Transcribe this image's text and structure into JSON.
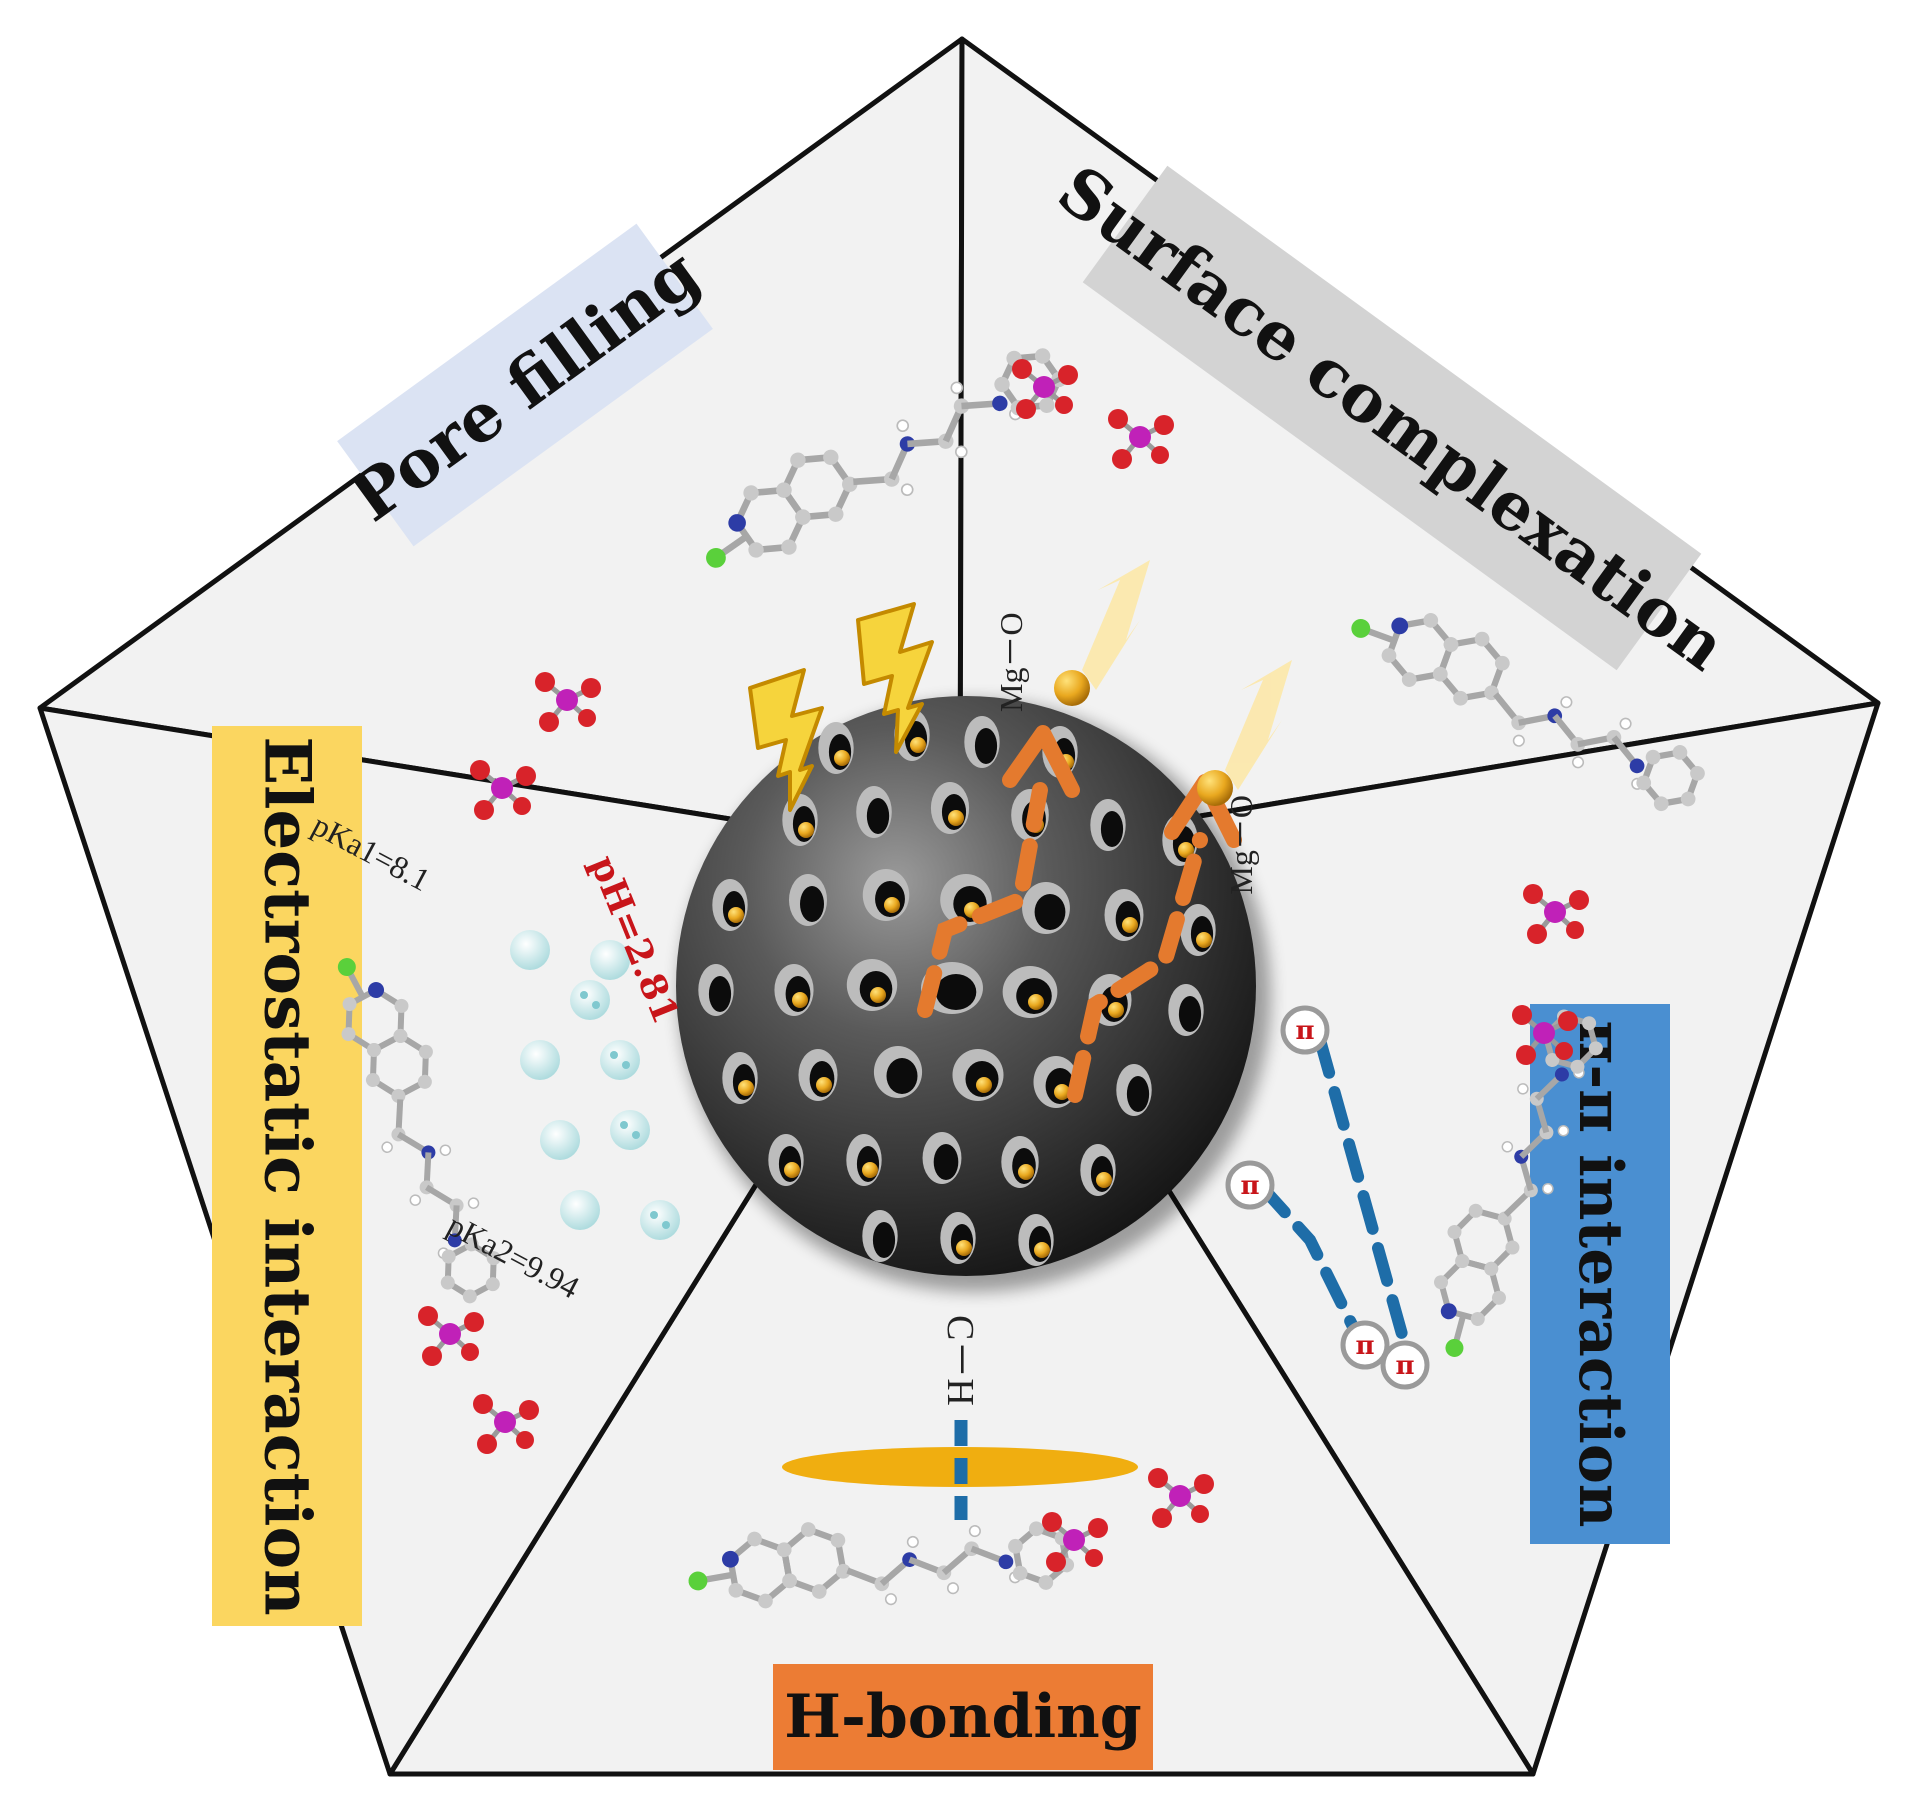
{
  "colors": {
    "background": "#ffffff",
    "panel_fill": "#f2f2f2",
    "outline": "#111111",
    "pore_filling_box": "#dbe3f3",
    "surface_complexation_box": "#d3d3d3",
    "electrostatic_box": "#fbd660",
    "pi_pi_box": "#4a8fd1",
    "h_bonding_box": "#ec7c34",
    "sphere_dark": "#2b2b2b",
    "pore_ring": "#bcbcbc",
    "gold": "#e9a81f",
    "arrow_orange": "#e47a2e",
    "dash_blue": "#1e6da8",
    "ph_red": "#c8151a",
    "phosphate_purple": "#c021b8",
    "oxygen_red": "#d8232a"
  },
  "mechanisms": {
    "pore_filling": "Pore filling",
    "surface_complexation": "Surface complexation",
    "electrostatic": "Electrostatic interaction",
    "pi_pi": "π-π interaction",
    "h_bonding": "H-bonding"
  },
  "labels": {
    "pka1": "pKa1=8.1",
    "pka2": "pKa2=9.94",
    "ph": "pH=2.81",
    "mg_o_left": "Mg－O",
    "mg_o_right": "Mg－O",
    "c_h": "C－H",
    "pi": "π"
  },
  "icons": [
    "lightning-bolt-icon",
    "phosphate-molecule-icon",
    "chloroquine-molecule-icon",
    "porous-sphere-icon"
  ]
}
